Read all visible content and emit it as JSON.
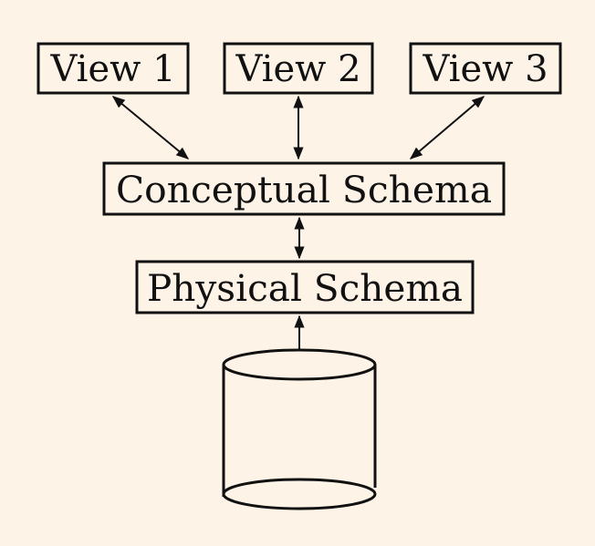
{
  "views": [
    {
      "label": "View 1"
    },
    {
      "label": "View 2"
    },
    {
      "label": "View 3"
    }
  ],
  "conceptual_schema": {
    "label": "Conceptual Schema"
  },
  "physical_schema": {
    "label": "Physical Schema"
  },
  "colors": {
    "background": "#fdf3e7",
    "stroke": "#111111"
  },
  "icons": {
    "storage": "database-cylinder-icon"
  }
}
